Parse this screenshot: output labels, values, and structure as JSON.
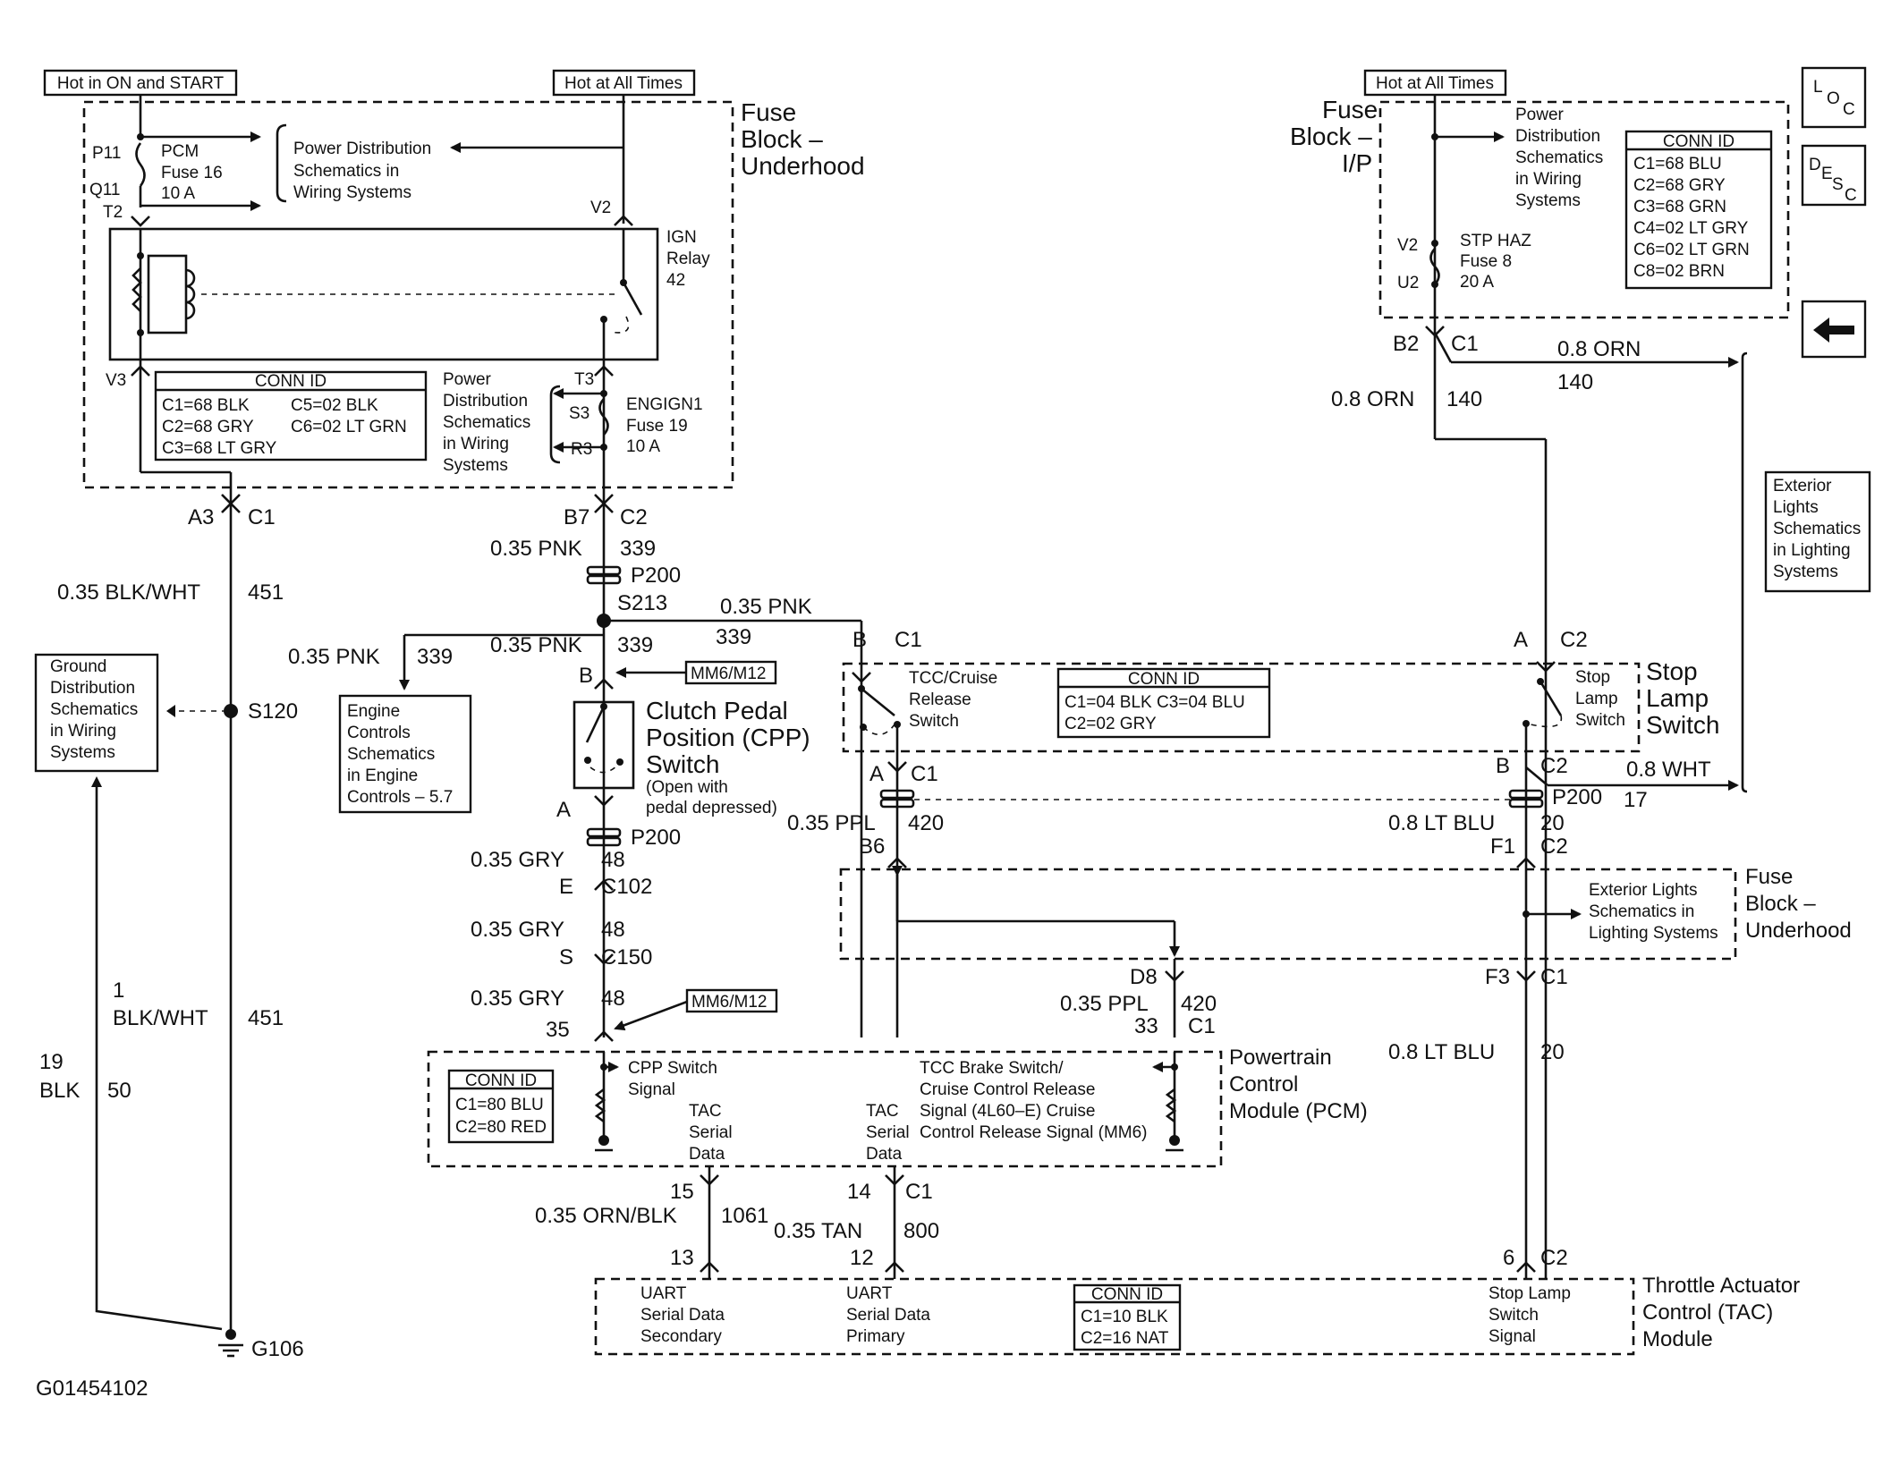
{
  "diagram_id": "G01454102",
  "tags": {
    "hot_on_start": "Hot in ON and START",
    "hot_all_1": "Hot at All Times",
    "hot_all_2": "Hot at All Times"
  },
  "nav": {
    "loc_l": "L",
    "loc_o": "O",
    "loc_c": "C",
    "desc_d": "D",
    "desc_e": "E",
    "desc_s": "S",
    "desc_c": "C",
    "back_arrow": "left-arrow-icon"
  },
  "fbu": {
    "title1": "Fuse",
    "title2": "Block –",
    "title3": "Underhood",
    "p11": "P11",
    "q11": "Q11",
    "t2": "T2",
    "v2": "V2",
    "v3": "V3",
    "t3": "T3",
    "s3": "S3",
    "r3": "R3",
    "pcm_fuse": [
      "PCM",
      "Fuse 16",
      "10 A"
    ],
    "pd_top": [
      "Power Distribution",
      "Schematics in",
      "Wiring Systems"
    ],
    "ign_relay": [
      "IGN",
      "Relay",
      "42"
    ],
    "pd_mid": [
      "Power",
      "Distribution",
      "Schematics",
      "in Wiring",
      "Systems"
    ],
    "engign_fuse": [
      "ENGIGN1",
      "Fuse 19",
      "10 A"
    ],
    "conn_title": "CONN ID",
    "conn": [
      "C1=68 BLK",
      "C5=02 BLK",
      "C2=68 GRY",
      "C6=02 LT GRN",
      "C3=68 LT GRY"
    ]
  },
  "fbi": {
    "title1": "Fuse",
    "title2": "Block –",
    "title3": "I/P",
    "v2": "V2",
    "u2": "U2",
    "pd": [
      "Power",
      "Distribution",
      "Schematics",
      "in Wiring",
      "Systems"
    ],
    "stp_fuse": [
      "STP HAZ",
      "Fuse 8",
      "20 A"
    ],
    "conn_title": "CONN ID",
    "conn": [
      "C1=68 BLU",
      "C2=68 GRY",
      "C3=68 GRN",
      "C4=02 LT GRY",
      "C6=02 LT GRN",
      "C8=02 BRN"
    ]
  },
  "wires": {
    "a3": "A3",
    "c1_a": "C1",
    "w451a": "0.35 BLK/WHT",
    "c451a": "451",
    "s120": "S120",
    "n1": "1",
    "bw1": "BLK/WHT",
    "c451b": "451",
    "n19": "19",
    "blk": "BLK",
    "c50": "50",
    "g106": "G106",
    "b7": "B7",
    "c2_b": "C2",
    "pnk1": "0.35 PNK",
    "c339a": "339",
    "p200a": "P200",
    "s213": "S213",
    "pnk2": "0.35 PNK",
    "c339b": "339",
    "pnk3": "0.35 PNK",
    "c339c": "339",
    "pnk4": "0.35 PNK",
    "c339d": "339",
    "b_cpp": "B",
    "mm1": "MM6/M12",
    "a_cpp": "A",
    "p200b": "P200",
    "gry1": "0.35 GRY",
    "c48a": "48",
    "e_c102": "E",
    "c102": "C102",
    "gry2": "0.35 GRY",
    "c48b": "48",
    "s_c150": "S",
    "c150": "C150",
    "gry3": "0.35 GRY",
    "c48c": "48",
    "p35": "35",
    "mm2": "MM6/M12",
    "b_tcc": "B",
    "c1_tcc": "C1",
    "a_tcc": "A",
    "c1_tcc2": "C1",
    "ppl1": "0.35 PPL",
    "c420a": "420",
    "b6": "B6",
    "d8": "D8",
    "ppl2": "0.35 PPL",
    "c420b": "420",
    "p33": "33",
    "c1_pcm": "C1",
    "b2": "B2",
    "c1_fbi": "C1",
    "orn1": "0.8 ORN",
    "c140a": "140",
    "orn2": "0.8 ORN",
    "c140b": "140",
    "a_stop": "A",
    "c2_stop": "C2",
    "b_stop": "B",
    "c2_stop2": "C2",
    "wht": "0.8 WHT",
    "c17": "17",
    "p200c": "P200",
    "ltblu1": "0.8 LT BLU",
    "c20a": "20",
    "f1": "F1",
    "c2_f1": "C2",
    "f3": "F3",
    "c1_f3": "C1",
    "ltblu2": "0.8 LT BLU",
    "c20b": "20",
    "p6": "6",
    "c2_tac": "C2",
    "p15": "15",
    "p14": "14",
    "c1_pcm2": "C1",
    "ornblk": "0.35 ORN/BLK",
    "c1061": "1061",
    "tan": "0.35 TAN",
    "c800": "800",
    "p13": "13",
    "p12": "12"
  },
  "boxes": {
    "ground": [
      "Ground",
      "Distribution",
      "Schematics",
      "in Wiring",
      "Systems"
    ],
    "engine": [
      "Engine",
      "Controls",
      "Schematics",
      "in Engine",
      "Controls – 5.7"
    ],
    "exterior1": [
      "Exterior",
      "Lights",
      "Schematics",
      "in Lighting",
      "Systems"
    ],
    "cpp": [
      "Clutch Pedal",
      "Position (CPP)",
      "Switch"
    ],
    "cpp_note": [
      "(Open with",
      "pedal depressed)"
    ],
    "tcc": [
      "TCC/Cruise",
      "Release",
      "Switch"
    ],
    "stop_small": [
      "Stop",
      "Lamp",
      "Switch"
    ],
    "stop_big": [
      "Stop",
      "Lamp",
      "Switch"
    ],
    "stop_conn_title": "CONN ID",
    "stop_conn": [
      "C1=04 BLK  C3=04 BLU",
      "C2=02 GRY"
    ],
    "fbu2": [
      "Fuse",
      "Block –",
      "Underhood"
    ],
    "exterior2": [
      "Exterior Lights",
      "Schematics in",
      "Lighting Systems"
    ]
  },
  "pcm": {
    "title": [
      "Powertrain",
      "Control",
      "Module (PCM)"
    ],
    "conn_title": "CONN ID",
    "conn": [
      "C1=80 BLU",
      "C2=80 RED"
    ],
    "cpp_sig": [
      "CPP Switch",
      "Signal"
    ],
    "tac1": [
      "TAC",
      "Serial",
      "Data"
    ],
    "tac2": [
      "TAC",
      "Serial",
      "Data"
    ],
    "tcc_sig": [
      "TCC Brake Switch/",
      "Cruise Control Release",
      "Signal (4L60–E) Cruise",
      "Control Release Signal (MM6)"
    ]
  },
  "tac": {
    "title": [
      "Throttle Actuator",
      "Control (TAC)",
      "Module"
    ],
    "uart2": [
      "UART",
      "Serial Data",
      "Secondary"
    ],
    "uart1": [
      "UART",
      "Serial Data",
      "Primary"
    ],
    "conn_title": "CONN ID",
    "conn": [
      "C1=10 BLK",
      "C2=16 NAT"
    ],
    "stop_sig": [
      "Stop Lamp",
      "Switch",
      "Signal"
    ]
  }
}
